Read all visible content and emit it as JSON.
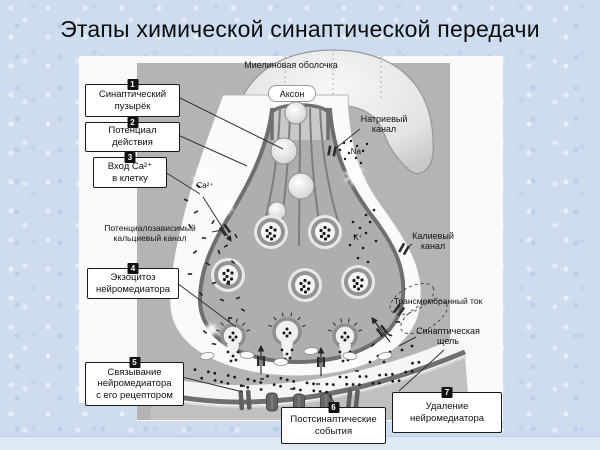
{
  "title": "Этапы химической синаптической передачи",
  "colors": {
    "slide_background": "#cedcf0",
    "panel": "#f9f9f9",
    "diagram_background": "#b4b4b4",
    "membrane": "#6f6f6f",
    "text": "#111111"
  },
  "steps": [
    {
      "num": "1",
      "lines": [
        "Синаптический",
        "пузырёк"
      ]
    },
    {
      "num": "2",
      "lines": [
        "Потенциал",
        "действия"
      ]
    },
    {
      "num": "3",
      "lines": [
        "Вход Ca²⁺",
        "в клетку"
      ]
    },
    {
      "num": "4",
      "lines": [
        "Экзоцитоз",
        "нейромедиатора"
      ]
    },
    {
      "num": "5",
      "lines": [
        "Связывание",
        "нейромедиатора",
        "с его рецептором"
      ]
    },
    {
      "num": "6",
      "lines": [
        "Постсинаптические",
        "события"
      ]
    },
    {
      "num": "7",
      "lines": [
        "Удаление",
        "нейромедиатора"
      ]
    }
  ],
  "labels": {
    "myelin": "Миелиновая оболочка",
    "axon": "Аксон",
    "sodium_channel": [
      "Натриевый",
      "канал"
    ],
    "na_ion": "Na⁺",
    "ca_ion": "Ca²⁺",
    "calcium_channel": [
      "Потенциалозависимый",
      "кальциевый канал"
    ],
    "k_ion": "K⁺",
    "potassium_channel": [
      "Калиевый",
      "канал"
    ],
    "transmembrane_current": "Трансмембранный ток",
    "synaptic_cleft": [
      "Синаптическая",
      "щель"
    ]
  }
}
